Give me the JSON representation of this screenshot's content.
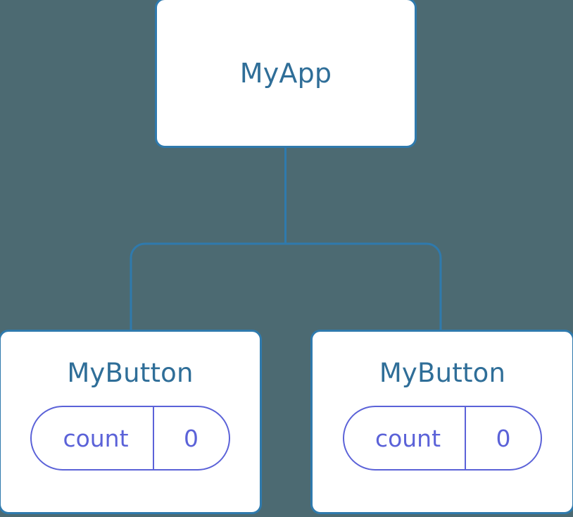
{
  "diagram": {
    "type": "component-tree",
    "background_color": "#4c6a72",
    "node_border_color": "#2f7aad",
    "node_fill_color": "#ffffff",
    "title_color": "#2f6e98",
    "state_color": "#5b62d8",
    "connector_color": "#2f7aad",
    "root": {
      "label": "MyApp"
    },
    "children": [
      {
        "label": "MyButton",
        "state": {
          "key": "count",
          "value": "0"
        }
      },
      {
        "label": "MyButton",
        "state": {
          "key": "count",
          "value": "0"
        }
      }
    ]
  }
}
